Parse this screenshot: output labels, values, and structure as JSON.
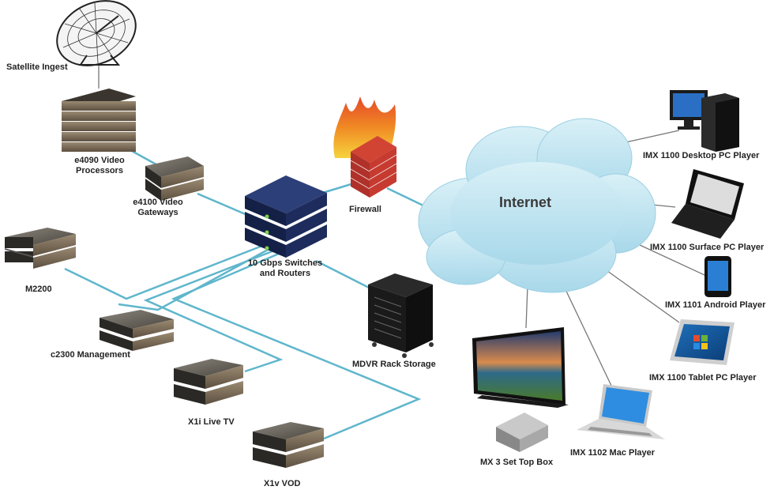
{
  "labels": {
    "satellite": "Satellite Ingest",
    "video_processors": [
      "e4090 Video",
      "Processors"
    ],
    "video_gateways": [
      "e4100 Video",
      "Gateways"
    ],
    "m2200": "M2200",
    "c2300": "c2300 Management",
    "x1i": "X1i Live TV",
    "x1v": "X1v VOD",
    "switches": [
      "10 Gbps Switches",
      "and Routers"
    ],
    "firewall": "Firewall",
    "mdvr": "MDVR Rack Storage",
    "internet": "Internet",
    "desktop": "IMX 1100 Desktop  PC Player",
    "surface": "IMX 1100 Surface PC Player",
    "android": "IMX 1101 Android Player",
    "tablet": "IMX 1100 Tablet PC Player",
    "mac": "IMX 1102 Mac Player",
    "settop": "MX 3 Set Top Box"
  },
  "colors": {
    "link": "#5fb6cc",
    "thin_link": "#777777",
    "cloud": "#b9e2ef",
    "server_top": "#6a655c",
    "switch": "#1b2a55",
    "brick": "#c0392b"
  }
}
